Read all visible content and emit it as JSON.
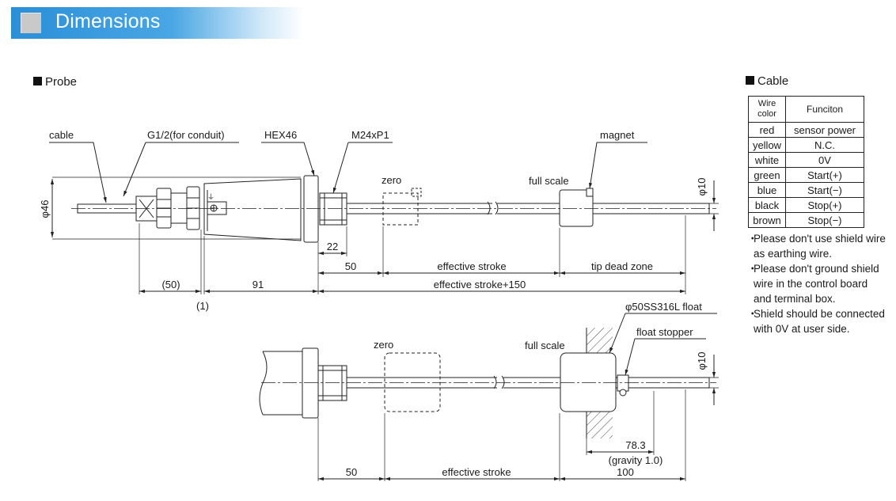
{
  "header": {
    "title": "Dimensions"
  },
  "probe": {
    "section_title": "Probe",
    "labels": {
      "cable": "cable",
      "g12": "G1/2(for conduit)",
      "hex": "HEX46",
      "m24": "M24xP1",
      "zero": "zero",
      "full_scale": "full scale",
      "magnet": "magnet",
      "phi46": "φ46",
      "phi10": "φ10"
    },
    "dimensions": {
      "d22": "22",
      "d50": "50",
      "effective_stroke": "effective stroke",
      "tip_dead_zone": "tip dead zone",
      "d50_paren": "(50)",
      "d91": "91",
      "effective_stroke_150": "effective stroke+150",
      "d1_paren": "(1)"
    }
  },
  "float_view": {
    "labels": {
      "zero": "zero",
      "full_scale": "full scale",
      "float": "φ50SS316L float",
      "float_stopper": "float stopper",
      "phi10": "φ10"
    },
    "dimensions": {
      "d78": "78.3",
      "gravity": "(gravity 1.0)",
      "d100": "100",
      "d50": "50",
      "effective_stroke": "effective stroke"
    }
  },
  "cable": {
    "section_title": "Cable",
    "headers": {
      "wire_color": "Wire color",
      "function": "Funciton"
    },
    "rows": [
      {
        "color": "red",
        "function": "sensor power"
      },
      {
        "color": "yellow",
        "function": "N.C."
      },
      {
        "color": "white",
        "function": "0V"
      },
      {
        "color": "green",
        "function": "Start(+)"
      },
      {
        "color": "blue",
        "function": "Start(−)"
      },
      {
        "color": "black",
        "function": "Stop(+)"
      },
      {
        "color": "brown",
        "function": "Stop(−)"
      }
    ],
    "notes": [
      {
        "bullet": "・",
        "text": "Please don't use shield wire as earthing wire."
      },
      {
        "bullet": "・",
        "text": "Please don't ground shield wire in the control board and terminal box."
      },
      {
        "bullet": "・",
        "text": "Shield should be connected with 0V at user side."
      }
    ]
  }
}
